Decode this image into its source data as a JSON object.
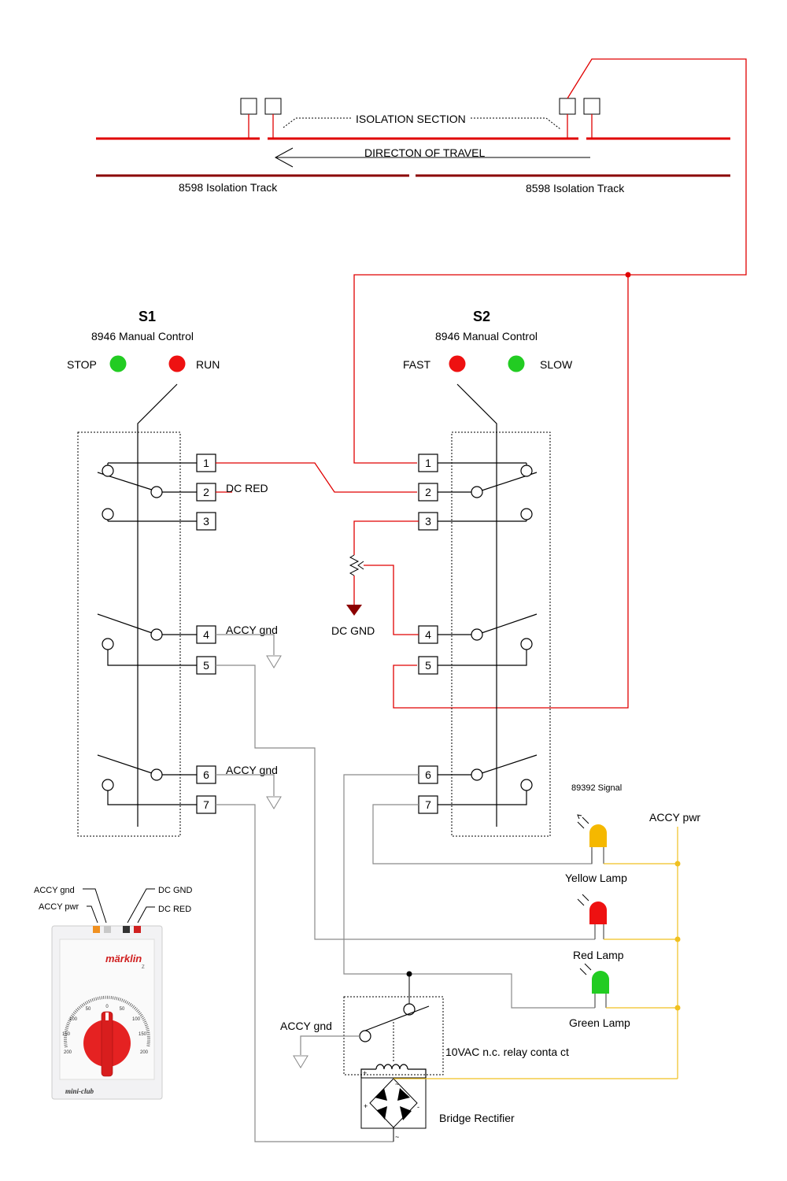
{
  "track": {
    "isolation_section": "ISOLATION SECTION",
    "direction": "DIRECTON OF TRAVEL",
    "left_label": "8598 Isolation Track",
    "right_label": "8598 Isolation Track"
  },
  "s1": {
    "title": "S1",
    "subtitle": "8946 Manual Control",
    "left_led": "STOP",
    "right_led": "RUN"
  },
  "s2": {
    "title": "S2",
    "subtitle": "8946 Manual Control",
    "left_led": "FAST",
    "right_led": "SLOW"
  },
  "terminals": [
    "1",
    "2",
    "3",
    "4",
    "5",
    "6",
    "7"
  ],
  "labels": {
    "dc_red": "DC RED",
    "accy_gnd_4": "ACCY gnd",
    "accy_gnd_6": "ACCY gnd",
    "dc_gnd": "DC GND",
    "signal": "89392 Signal",
    "accy_pwr": "ACCY pwr",
    "yellow_lamp": "Yellow Lamp",
    "red_lamp": "Red Lamp",
    "green_lamp": "Green Lamp",
    "relay_accy_gnd": "ACCY gnd",
    "relay_contact": "10VAC n.c. relay conta ct",
    "bridge": "Bridge Rectifier"
  },
  "controller": {
    "accy_gnd": "ACCY gnd",
    "accy_pwr": "ACCY pwr",
    "dc_gnd": "DC GND",
    "dc_red": "DC RED",
    "brand": "märklin",
    "brand_sub": "Z",
    "model": "mini-club",
    "dial_marks": [
      "200",
      "150",
      "100",
      "50",
      "0",
      "50",
      "100",
      "150",
      "200"
    ]
  },
  "colors": {
    "red_wire": "#e00000",
    "gray_wire": "#8a8a8a",
    "yellow_wire": "#f0c020",
    "led_green": "#22cc22",
    "led_red": "#ee1111",
    "lamp_yellow": "#f5b800",
    "track_dark": "#8b0000"
  }
}
